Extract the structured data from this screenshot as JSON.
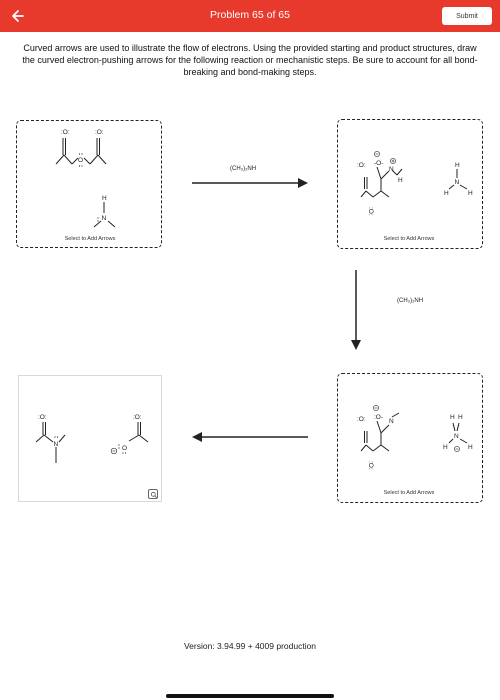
{
  "header": {
    "title": "Problem 65 of 65",
    "submit_label": "Submit",
    "back_icon": "arrow-left-icon",
    "bg_color": "#e8392d"
  },
  "instructions": "Curved arrows are used to illustrate the flow of electrons. Using the provided starting and product structures, draw the curved electron-pushing arrows for the following reaction or mechanistic steps. Be sure to account for all bond-breaking and bond-making steps.",
  "steps": {
    "step1": {
      "add_arrows_label": "Select to Add Arrows"
    },
    "step2": {
      "add_arrows_label": "Select to Add Arrows"
    },
    "step3": {
      "add_arrows_label": "Select to Add Arrows"
    }
  },
  "reagents": {
    "r1": "(CH₃)₂NH",
    "r2": "(CH₃)₂NH"
  },
  "footer": {
    "version": "Version: 3.94.99 + 4009 production"
  }
}
